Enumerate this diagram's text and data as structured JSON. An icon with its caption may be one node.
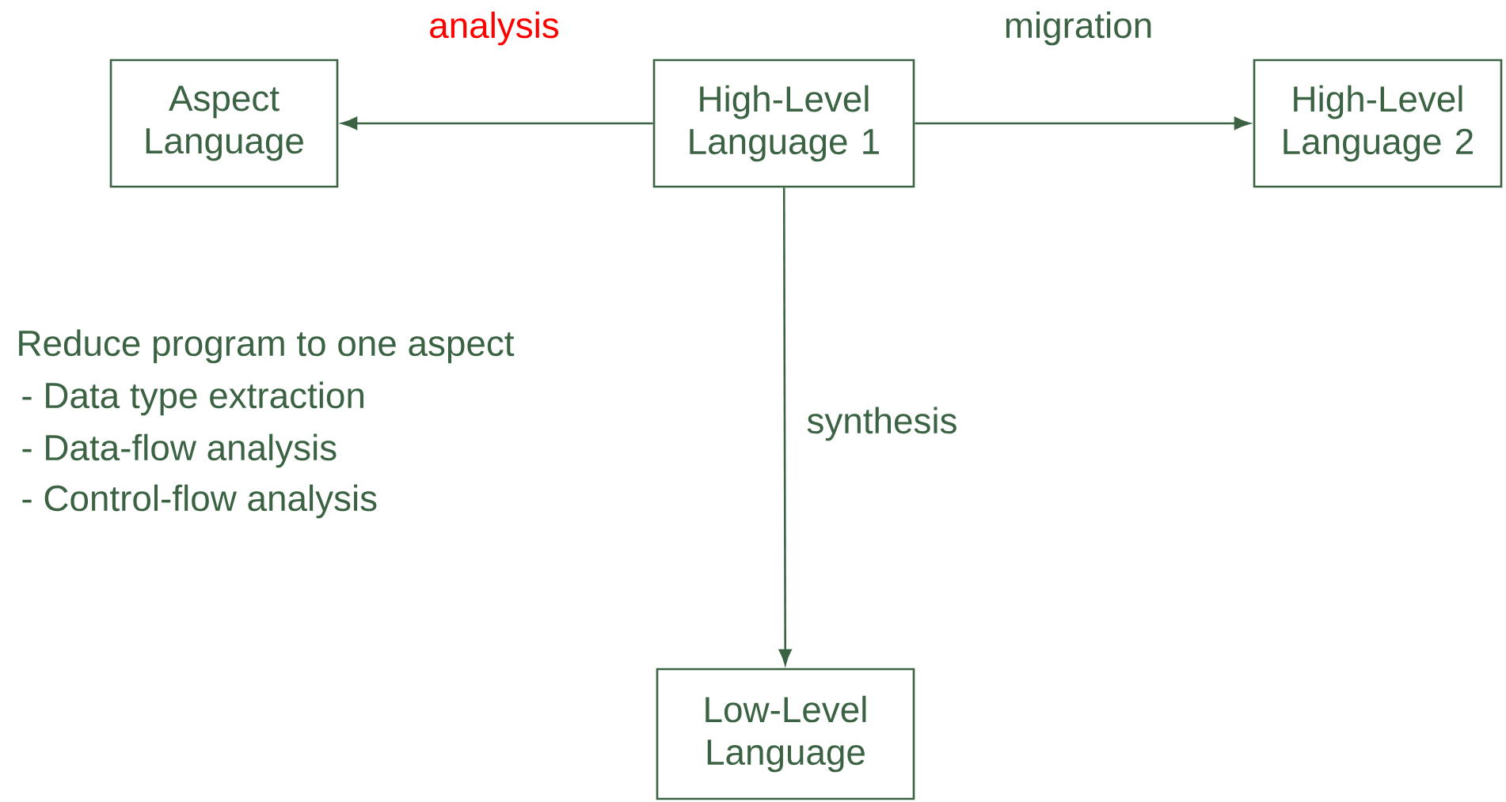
{
  "diagram": {
    "nodes": [
      {
        "text": [
          "Aspect Language"
        ]
      },
      {
        "text": [
          "High-Level Language 1"
        ]
      },
      {
        "text": [
          "High-Level Language 2"
        ]
      },
      {
        "text": [
          "Low-Level Language"
        ]
      }
    ],
    "edges": [
      {
        "from": 1,
        "to": 0,
        "arrow": "to",
        "label": "analysis"
      },
      {
        "from": 1,
        "to": 2,
        "arrow": "to",
        "label": "migration"
      },
      {
        "from": 1,
        "to": 3,
        "arrow": "to",
        "label": "synthesis"
      }
    ],
    "labels": [
      "Reduce program to one aspect",
      "- Data type extraction",
      "- Data-flow analysis",
      "- Control-flow analysis"
    ]
  }
}
